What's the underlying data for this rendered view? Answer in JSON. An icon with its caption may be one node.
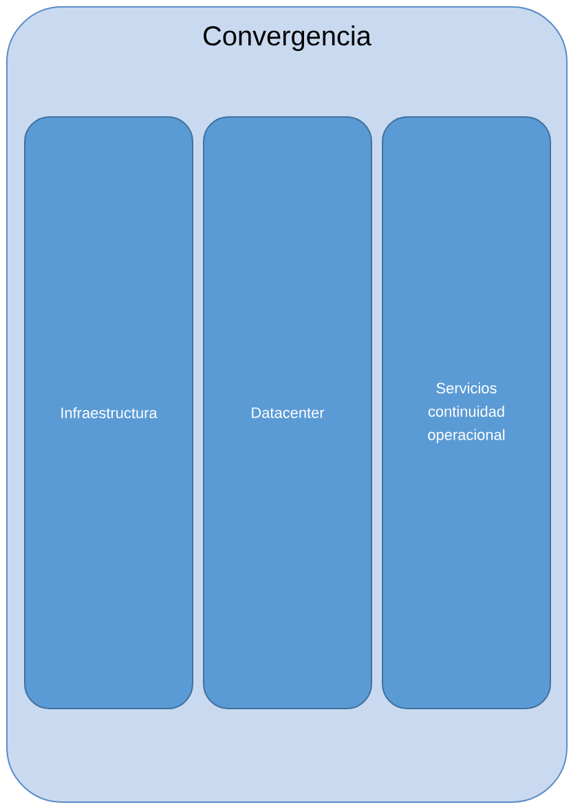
{
  "diagram": {
    "nodes": [
      {
        "text": [
          "Convergencia"
        ]
      },
      {
        "text": [
          "Infraestructura"
        ],
        "in": 0
      },
      {
        "text": [
          "Datacenter"
        ],
        "in": 0
      },
      {
        "text": [
          "Servicios continuidad operacional"
        ],
        "in": 0
      }
    ]
  }
}
